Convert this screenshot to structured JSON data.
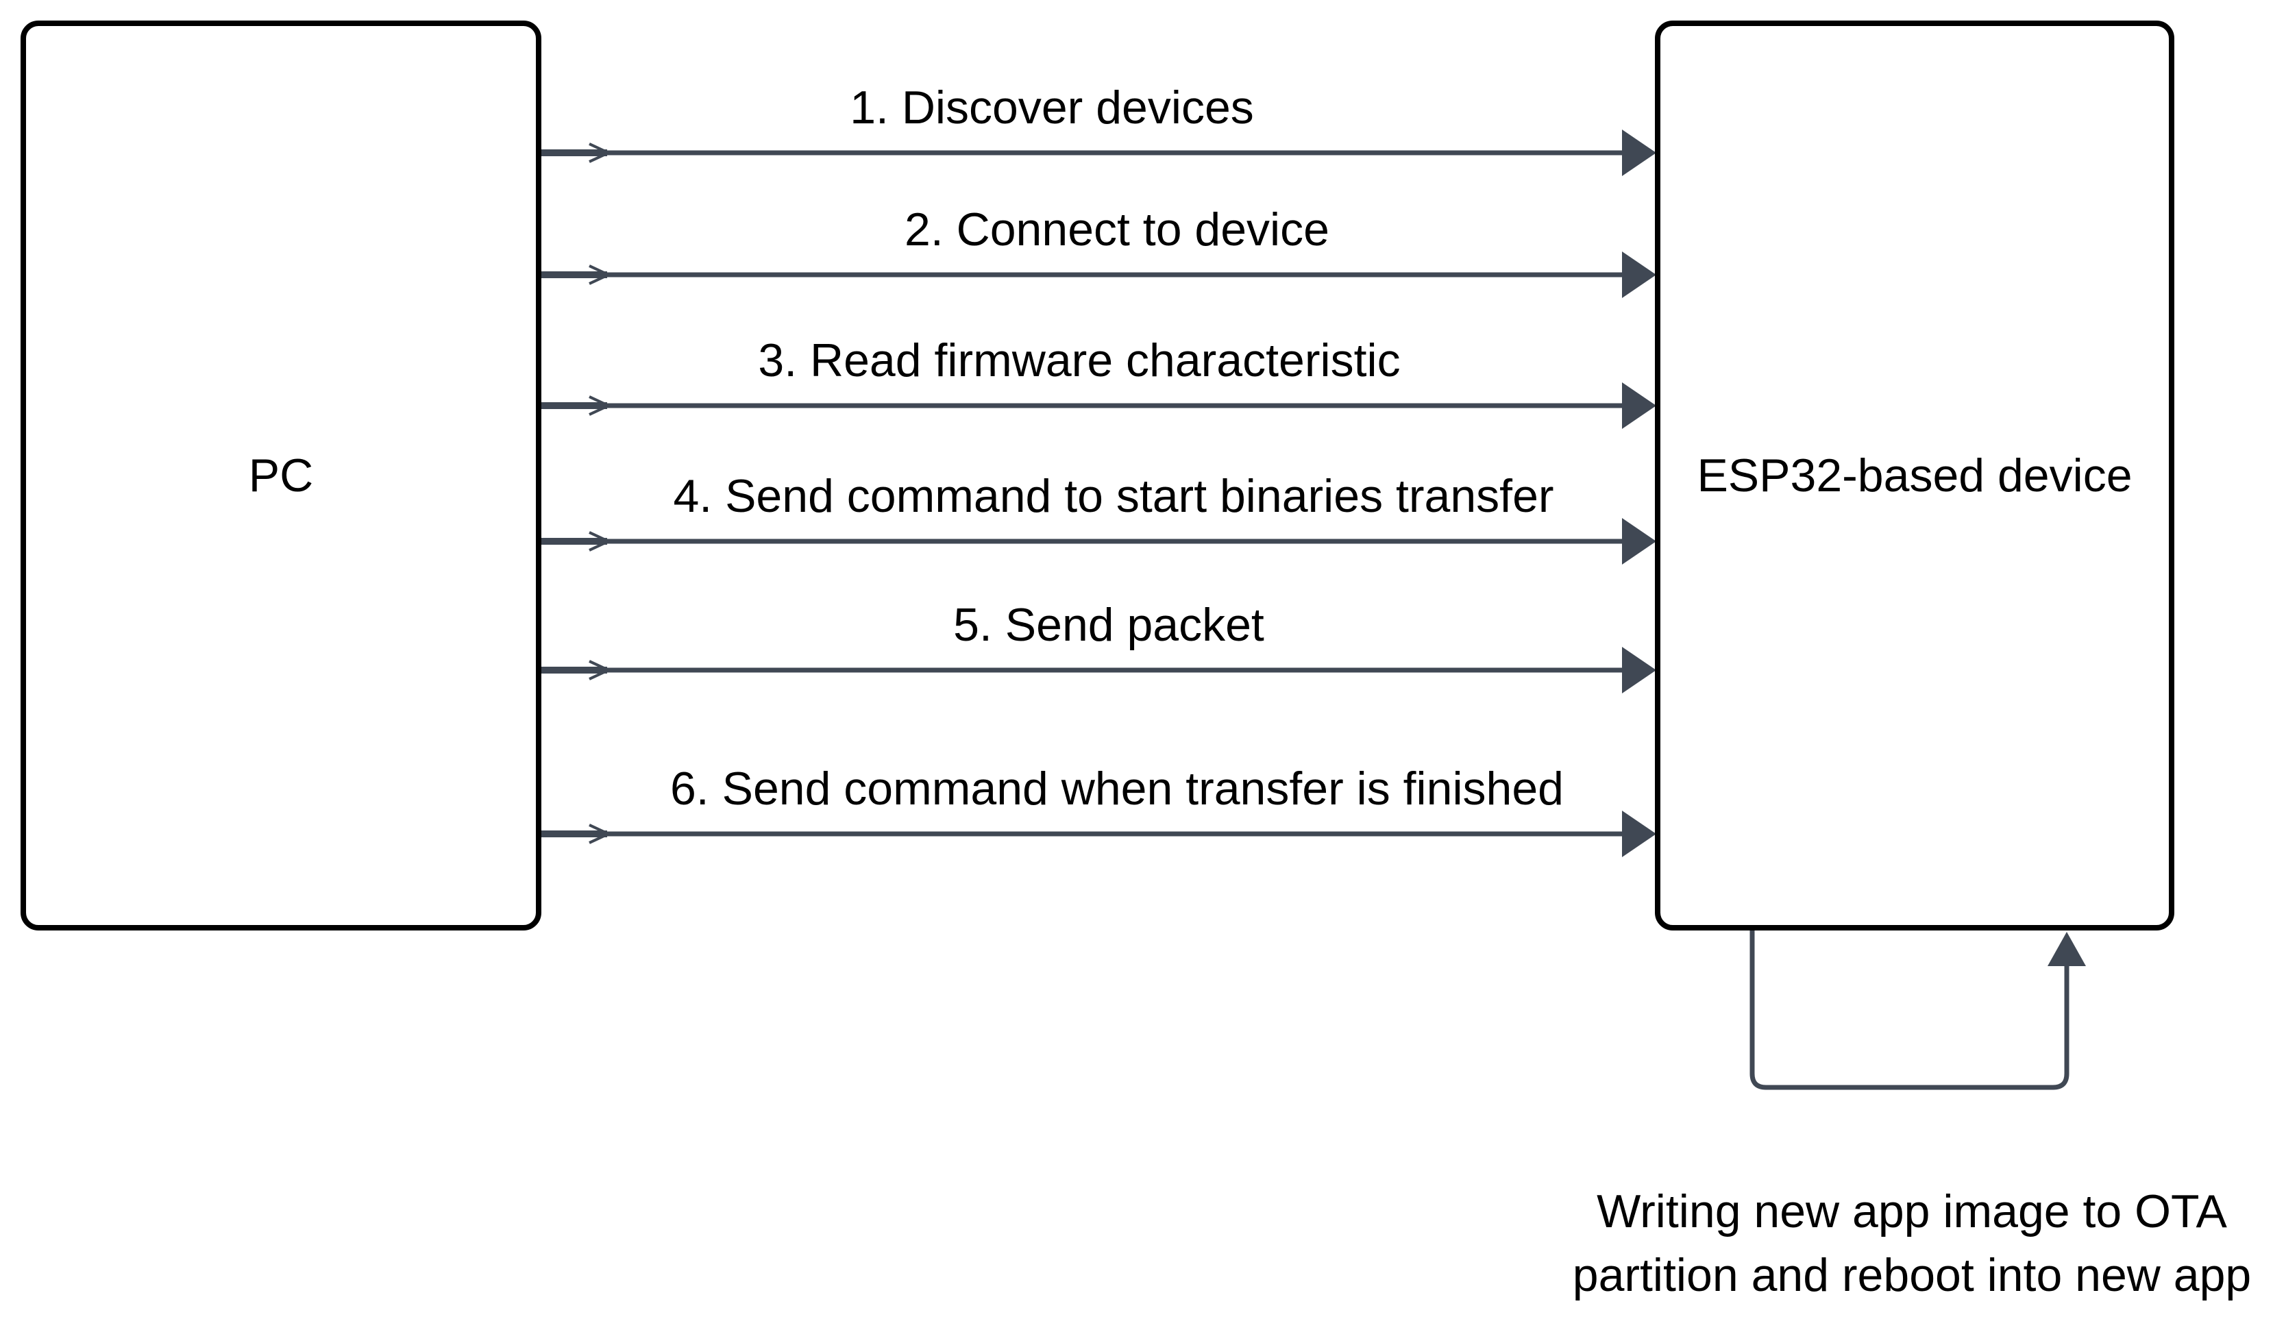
{
  "diagram": {
    "title_hint": "PC to ESP32 OTA firmware update flow",
    "left_box": {
      "label": "PC"
    },
    "right_box": {
      "label": "ESP32-based device"
    },
    "arrows": [
      {
        "step": 1,
        "label": "1. Discover devices"
      },
      {
        "step": 2,
        "label": "2. Connect to device"
      },
      {
        "step": 3,
        "label": "3. Read firmware characteristic"
      },
      {
        "step": 4,
        "label": "4. Send command to start binaries transfer"
      },
      {
        "step": 5,
        "label": "5. Send packet"
      },
      {
        "step": 6,
        "label": "6. Send command when transfer is finished"
      }
    ],
    "self_loop_caption": {
      "line1": "Writing new app image to OTA",
      "line2": "partition and reboot into new app"
    },
    "colors": {
      "connector": "#404854",
      "box_border": "#000000",
      "text": "#000000",
      "background": "#ffffff"
    }
  }
}
